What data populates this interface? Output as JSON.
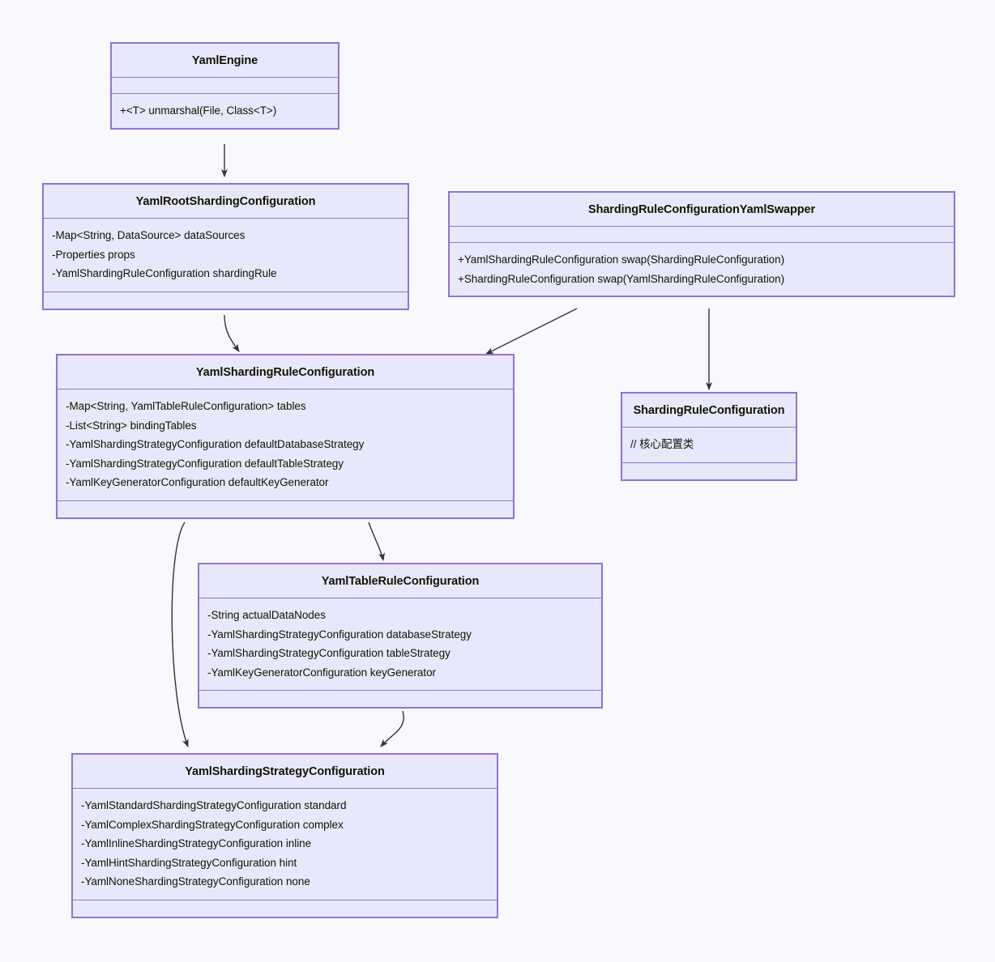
{
  "diagram": {
    "kind": "uml-class-diagram",
    "background_color": "#f8f9fc",
    "class_border_color": "#9370db",
    "class_fill_color": "#e8e8fc",
    "edge_color": "#333333",
    "classes": [
      {
        "id": "yaml-engine",
        "name": "YamlEngine",
        "attributes": [],
        "methods": [
          "+<T> unmarshal(File, Class<T>)"
        ]
      },
      {
        "id": "yaml-root-sharding-configuration",
        "name": "YamlRootShardingConfiguration",
        "attributes": [
          "-Map<String, DataSource> dataSources",
          "-Properties props",
          "-YamlShardingRuleConfiguration shardingRule"
        ],
        "methods": []
      },
      {
        "id": "sharding-rule-configuration-yaml-swapper",
        "name": "ShardingRuleConfigurationYamlSwapper",
        "attributes": [],
        "methods": [
          "+YamlShardingRuleConfiguration swap(ShardingRuleConfiguration)",
          "+ShardingRuleConfiguration swap(YamlShardingRuleConfiguration)"
        ]
      },
      {
        "id": "yaml-sharding-rule-configuration",
        "name": "YamlShardingRuleConfiguration",
        "attributes": [
          "-Map<String, YamlTableRuleConfiguration> tables",
          "-List<String> bindingTables",
          "-YamlShardingStrategyConfiguration defaultDatabaseStrategy",
          "-YamlShardingStrategyConfiguration defaultTableStrategy",
          "-YamlKeyGeneratorConfiguration defaultKeyGenerator"
        ],
        "methods": []
      },
      {
        "id": "sharding-rule-configuration",
        "name": "ShardingRuleConfiguration",
        "attributes": [
          "// 核心配置类"
        ],
        "methods": []
      },
      {
        "id": "yaml-table-rule-configuration",
        "name": "YamlTableRuleConfiguration",
        "attributes": [
          "-String actualDataNodes",
          "-YamlShardingStrategyConfiguration databaseStrategy",
          "-YamlShardingStrategyConfiguration tableStrategy",
          "-YamlKeyGeneratorConfiguration keyGenerator"
        ],
        "methods": []
      },
      {
        "id": "yaml-sharding-strategy-configuration",
        "name": "YamlShardingStrategyConfiguration",
        "attributes": [
          "-YamlStandardShardingStrategyConfiguration standard",
          "-YamlComplexShardingStrategyConfiguration complex",
          "-YamlInlineShardingStrategyConfiguration inline",
          "-YamlHintShardingStrategyConfiguration hint",
          "-YamlNoneShardingStrategyConfiguration none"
        ],
        "methods": []
      }
    ],
    "edges": [
      {
        "from": "yaml-engine",
        "to": "yaml-root-sharding-configuration",
        "style": "straight-arrow"
      },
      {
        "from": "yaml-root-sharding-configuration",
        "to": "yaml-sharding-rule-configuration",
        "style": "curved-arrow"
      },
      {
        "from": "sharding-rule-configuration-yaml-swapper",
        "to": "yaml-sharding-rule-configuration",
        "style": "diagonal-arrow"
      },
      {
        "from": "sharding-rule-configuration-yaml-swapper",
        "to": "sharding-rule-configuration",
        "style": "straight-arrow"
      },
      {
        "from": "yaml-sharding-rule-configuration",
        "to": "yaml-table-rule-configuration",
        "style": "curved-arrow"
      },
      {
        "from": "yaml-sharding-rule-configuration",
        "to": "yaml-sharding-strategy-configuration",
        "style": "curved-arrow"
      },
      {
        "from": "yaml-table-rule-configuration",
        "to": "yaml-sharding-strategy-configuration",
        "style": "curved-arrow"
      }
    ]
  }
}
